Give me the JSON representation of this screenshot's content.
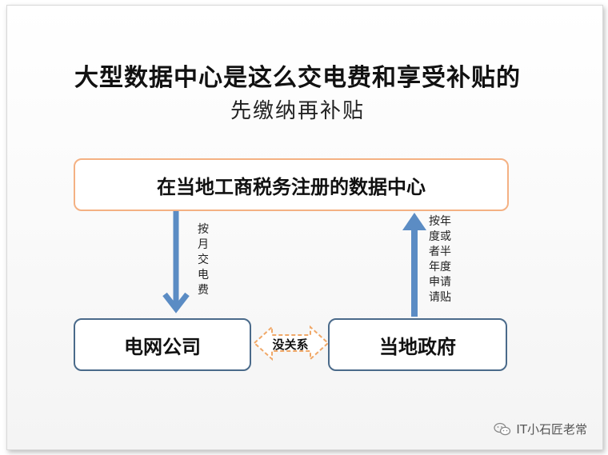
{
  "title": "大型数据中心是这么交电费和享受补贴的",
  "subtitle": "先缴纳再补贴",
  "nodes": {
    "data_center": "在当地工商税务注册的数据中心",
    "power_grid": "电网公司",
    "local_gov": "当地政府"
  },
  "edges": {
    "pay_monthly": "按月交电费",
    "apply_subsidy": "按年度或者半年度申请请贴",
    "no_relation": "没关系"
  },
  "colors": {
    "arrow": "#5b8cc4",
    "top_border": "#f4b183",
    "node_border": "#4a6a8a",
    "dashed_arrow": "#f0a868"
  },
  "watermark": {
    "text": "IT小石匠老常",
    "icon": "wechat-icon"
  }
}
